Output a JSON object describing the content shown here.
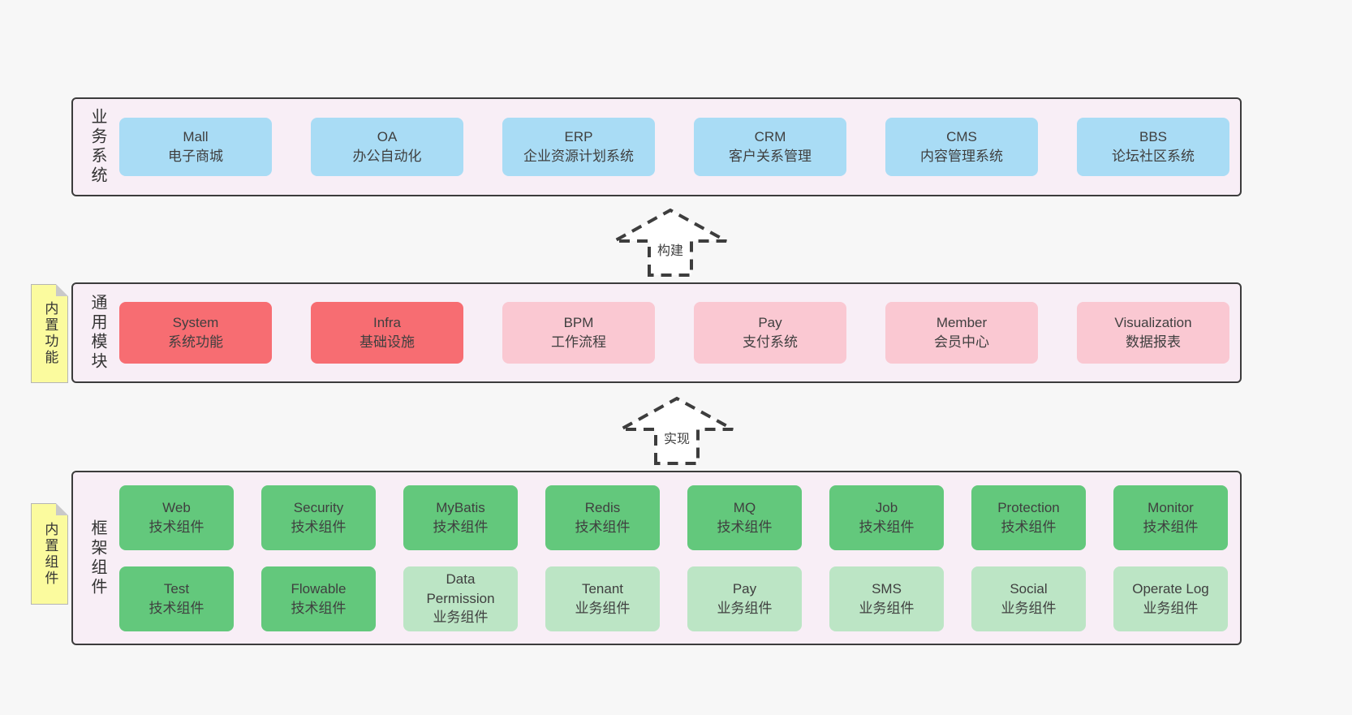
{
  "colors": {
    "page_bg": "#f7f7f7",
    "layer_bg": "#f8eef6",
    "layer_border": "#3c3c3c",
    "blue_box": "#a9dcf5",
    "red_box": "#f76d72",
    "pink_box": "#fac8d2",
    "green_box": "#63c87c",
    "light_green_box": "#bce5c5",
    "sticky_note": "#fbfb9e"
  },
  "arrows": [
    {
      "label": "构建"
    },
    {
      "label": "实现"
    }
  ],
  "layers": [
    {
      "label": "业务系统",
      "boxes": [
        {
          "title": "Mall",
          "subtitle": "电子商城"
        },
        {
          "title": "OA",
          "subtitle": "办公自动化"
        },
        {
          "title": "ERP",
          "subtitle": "企业资源计划系统"
        },
        {
          "title": "CRM",
          "subtitle": "客户关系管理"
        },
        {
          "title": "CMS",
          "subtitle": "内容管理系统"
        },
        {
          "title": "BBS",
          "subtitle": "论坛社区系统"
        }
      ]
    },
    {
      "label": "通用模块",
      "note": "内置功能",
      "boxes": [
        {
          "title": "System",
          "subtitle": "系统功能"
        },
        {
          "title": "Infra",
          "subtitle": "基础设施"
        },
        {
          "title": "BPM",
          "subtitle": "工作流程"
        },
        {
          "title": "Pay",
          "subtitle": "支付系统"
        },
        {
          "title": "Member",
          "subtitle": "会员中心"
        },
        {
          "title": "Visualization",
          "subtitle": "数据报表"
        }
      ]
    },
    {
      "label": "框架组件",
      "note": "内置组件",
      "rows": [
        [
          {
            "title": "Web",
            "subtitle": "技术组件"
          },
          {
            "title": "Security",
            "subtitle": "技术组件"
          },
          {
            "title": "MyBatis",
            "subtitle": "技术组件"
          },
          {
            "title": "Redis",
            "subtitle": "技术组件"
          },
          {
            "title": "MQ",
            "subtitle": "技术组件"
          },
          {
            "title": "Job",
            "subtitle": "技术组件"
          },
          {
            "title": "Protection",
            "subtitle": "技术组件"
          },
          {
            "title": "Monitor",
            "subtitle": "技术组件"
          }
        ],
        [
          {
            "title": "Test",
            "subtitle": "技术组件"
          },
          {
            "title": "Flowable",
            "subtitle": "技术组件"
          },
          {
            "title": "Data Permission",
            "subtitle": "业务组件"
          },
          {
            "title": "Tenant",
            "subtitle": "业务组件"
          },
          {
            "title": "Pay",
            "subtitle": "业务组件"
          },
          {
            "title": "SMS",
            "subtitle": "业务组件"
          },
          {
            "title": "Social",
            "subtitle": "业务组件"
          },
          {
            "title": "Operate Log",
            "subtitle": "业务组件"
          }
        ]
      ]
    }
  ]
}
